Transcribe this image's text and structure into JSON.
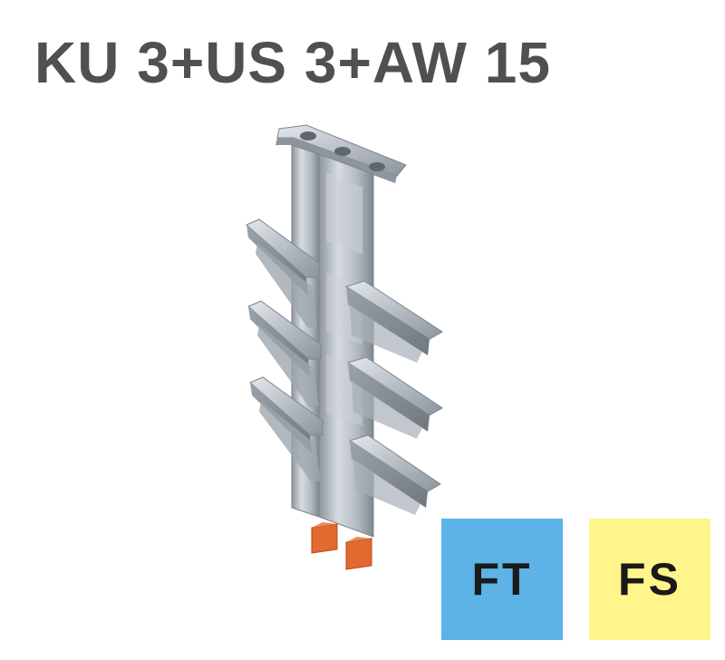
{
  "title": "KU 3+US 3+AW 15",
  "product_image": {
    "icon": "cable-support-bracket-assembly-icon"
  },
  "badges": [
    {
      "label": "FT",
      "color": "#5db3e6"
    },
    {
      "label": "FS",
      "color": "#fff58a"
    }
  ],
  "colors": {
    "title": "#505050",
    "metal": "#b9c0c7",
    "orange_base": "#e2692f"
  }
}
